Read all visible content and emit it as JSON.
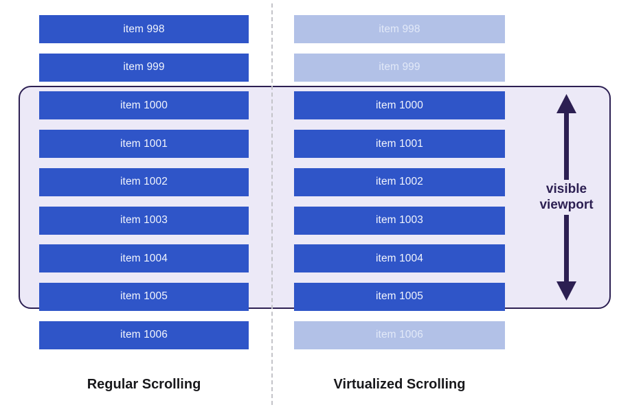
{
  "colors": {
    "bar_solid": "#2f55c8",
    "bar_faded": "#b2c1e7",
    "bar_text": "#f2f5fd",
    "bar_text_faded": "#e2e9f8",
    "viewport_fill": "#ece9f7",
    "viewport_border": "#2c1f52",
    "divider": "#c3c3c8",
    "caption_text": "#18181b",
    "page_background": "#ffffff"
  },
  "columns": {
    "left": {
      "caption": "Regular Scrolling",
      "rows": [
        {
          "label": "item 998",
          "state": "rendered",
          "in_viewport": false
        },
        {
          "label": "item 999",
          "state": "rendered",
          "in_viewport": false
        },
        {
          "label": "item 1000",
          "state": "rendered",
          "in_viewport": true
        },
        {
          "label": "item 1001",
          "state": "rendered",
          "in_viewport": true
        },
        {
          "label": "item 1002",
          "state": "rendered",
          "in_viewport": true
        },
        {
          "label": "item 1003",
          "state": "rendered",
          "in_viewport": true
        },
        {
          "label": "item 1004",
          "state": "rendered",
          "in_viewport": true
        },
        {
          "label": "item 1005",
          "state": "rendered",
          "in_viewport": true
        },
        {
          "label": "item 1006",
          "state": "rendered",
          "in_viewport": false
        }
      ]
    },
    "right": {
      "caption": "Virtualized Scrolling",
      "rows": [
        {
          "label": "item 998",
          "state": "not-rendered",
          "in_viewport": false
        },
        {
          "label": "item 999",
          "state": "not-rendered",
          "in_viewport": false
        },
        {
          "label": "item 1000",
          "state": "rendered",
          "in_viewport": true
        },
        {
          "label": "item 1001",
          "state": "rendered",
          "in_viewport": true
        },
        {
          "label": "item 1002",
          "state": "rendered",
          "in_viewport": true
        },
        {
          "label": "item 1003",
          "state": "rendered",
          "in_viewport": true
        },
        {
          "label": "item 1004",
          "state": "rendered",
          "in_viewport": true
        },
        {
          "label": "item 1005",
          "state": "rendered",
          "in_viewport": true
        },
        {
          "label": "item 1006",
          "state": "not-rendered",
          "in_viewport": false
        }
      ]
    }
  },
  "viewport": {
    "caption_line1": "visible",
    "caption_line2": "viewport",
    "arrow": "double-headed-vertical-arrow"
  }
}
